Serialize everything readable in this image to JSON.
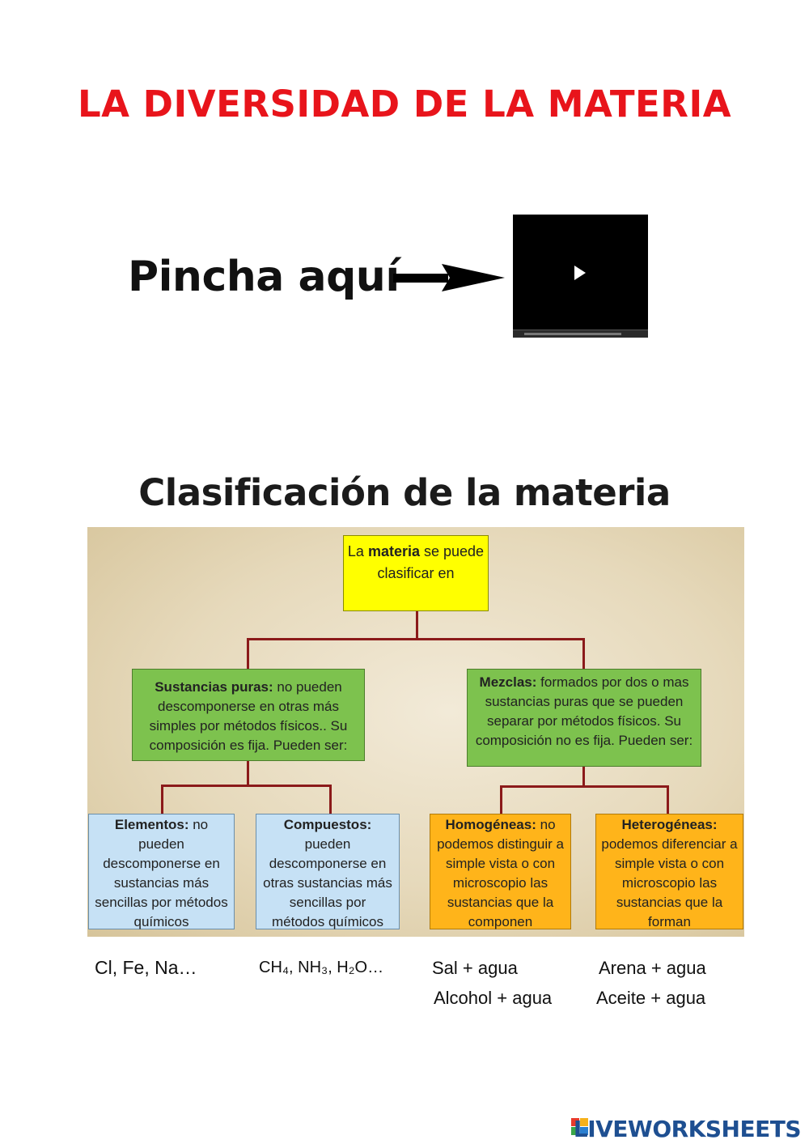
{
  "title": "LA DIVERSIDAD DE LA MATERIA",
  "video_prompt": "Pincha aquí",
  "video_icon": "play-icon",
  "subtitle": "Clasificación de la materia",
  "diagram": {
    "root": {
      "pre": "La ",
      "bold": "materia",
      "post": " se puede clasificar en"
    },
    "pure": {
      "bold": "Sustancias puras:",
      "text": " no pueden descomponerse en otras más simples por métodos físicos.. Su composición es fija. Pueden ser:"
    },
    "mixtures": {
      "bold": "Mezclas:",
      "text": " formados por dos o mas sustancias puras que se pueden separar por métodos físicos. Su composición no es fija. Pueden ser:"
    },
    "elements": {
      "bold": "Elementos:",
      "text": " no pueden descomponerse en sustancias más sencillas por métodos químicos"
    },
    "compounds": {
      "bold": "Compuestos:",
      "text": " pueden descomponerse en otras sustancias más sencillas por métodos químicos"
    },
    "homogeneous": {
      "bold": "Homogéneas:",
      "text": " no podemos distinguir a simple vista o con microscopio las sustancias que la componen"
    },
    "heterogeneous": {
      "bold": "Heterogéneas:",
      "text": " podemos diferenciar a simple vista o con microscopio las sustancias que la forman"
    }
  },
  "examples": {
    "elements": "Cl, Fe, Na…",
    "compounds": "CH₄, NH₃, H₂O…",
    "homogeneous": [
      "Sal + agua",
      "Alcohol + agua"
    ],
    "heterogeneous": [
      "Arena + agua",
      "Aceite + agua"
    ]
  },
  "brand": "LIVEWORKSHEETS",
  "colors": {
    "title": "#e8141b",
    "yellow": "#ffff00",
    "green": "#7dc24e",
    "blue": "#c6e1f5",
    "orange": "#ffb41a",
    "connector": "#8b1a1a",
    "brand": "#1e4f91"
  }
}
